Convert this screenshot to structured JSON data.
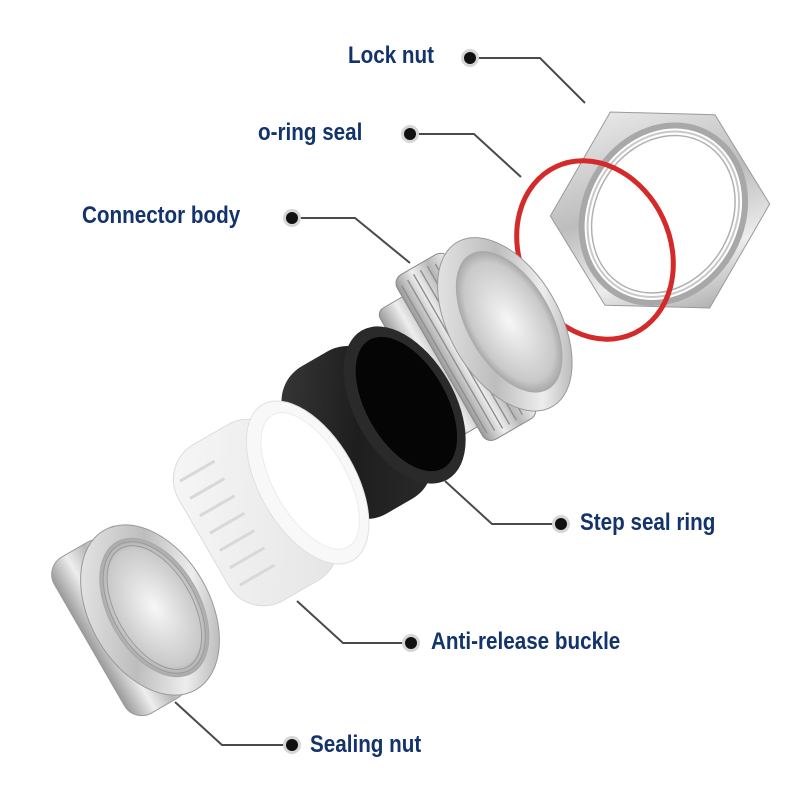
{
  "diagram": {
    "type": "exploded-view",
    "subject": "Stainless steel cable gland",
    "colors": {
      "label_text": "#12336b",
      "leader_line": "#4a4a4a",
      "leader_dot": "#111111",
      "oring": "#d42a2a",
      "metal_light": "#e6e6e6",
      "metal_dark": "#8a8a8a",
      "rubber": "#1a1a1a",
      "plastic": "#f2f2f2"
    },
    "labels": [
      {
        "id": "lock-nut",
        "text": "Lock nut"
      },
      {
        "id": "o-ring-seal",
        "text": "o-ring seal"
      },
      {
        "id": "connector-body",
        "text": "Connector body"
      },
      {
        "id": "step-seal-ring",
        "text": "Step seal ring"
      },
      {
        "id": "anti-release-buckle",
        "text": "Anti-release buckle"
      },
      {
        "id": "sealing-nut",
        "text": "Sealing nut"
      }
    ]
  }
}
